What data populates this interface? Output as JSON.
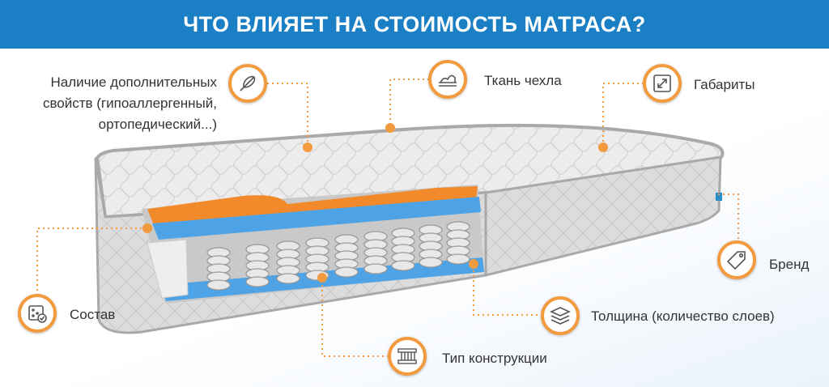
{
  "header": {
    "title": "ЧТО ВЛИЯЕТ НА СТОИМОСТЬ МАТРАСА?"
  },
  "labels": {
    "extras_line1": "Наличие дополнительных",
    "extras_line2": "свойств (гипоаллергенный,",
    "extras_line3": "ортопедический...)",
    "fabric": "Ткань чехла",
    "size": "Габариты",
    "brand": "Бренд",
    "composition": "Состав",
    "thickness": "Толщина (количество слоев)",
    "construction": "Тип конструкции"
  },
  "colors": {
    "accent": "#f29a3e",
    "banner": "#1a7fc4",
    "foam_blue": "#4da3e6",
    "foam_orange": "#f28a2c"
  }
}
